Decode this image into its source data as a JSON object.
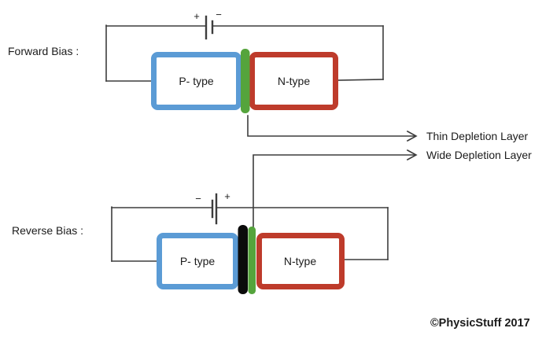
{
  "colors": {
    "p_type_border": "#5B9BD5",
    "n_type_border": "#BE3B2B",
    "depletion_green": "#55A43C",
    "depletion_black": "#0B0B0B",
    "wire": "#3D3D3D",
    "text": "#1B1B1B"
  },
  "forward_bias": {
    "label": "Forward Bias :",
    "battery": {
      "left_sign": "+",
      "right_sign": "−"
    },
    "p_type_label": "P- type",
    "n_type_label": "N-type"
  },
  "reverse_bias": {
    "label": "Reverse Bias :",
    "battery": {
      "left_sign": "−",
      "right_sign": "+"
    },
    "p_type_label": "P- type",
    "n_type_label": "N-type"
  },
  "callouts": {
    "thin_depletion_label": "Thin Depletion Layer",
    "wide_depletion_label": "Wide Depletion Layer"
  },
  "footer": {
    "copyright": "©PhysicStuff 2017"
  }
}
